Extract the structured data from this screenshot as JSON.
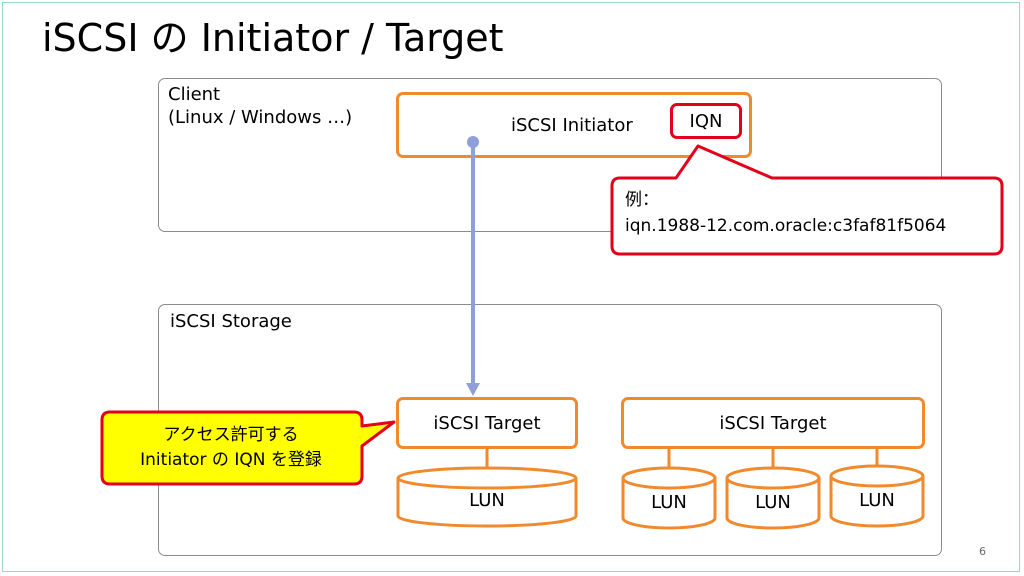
{
  "title": "iSCSI の Initiator / Target",
  "client": {
    "label_line1": "Client",
    "label_line2": "(Linux / Windows …)",
    "initiator_label": "iSCSI Initiator",
    "iqn_label": "IQN"
  },
  "example_callout": {
    "line1": "例：",
    "line2": "iqn.1988-12.com.oracle:c3faf81f5064"
  },
  "storage": {
    "label": "iSCSI Storage",
    "target1_label": "iSCSI Target",
    "target2_label": "iSCSI Target",
    "lun_labels": [
      "LUN",
      "LUN",
      "LUN",
      "LUN"
    ]
  },
  "access_callout": {
    "line1": "アクセス許可する",
    "line2": "Initiator の IQN を登録"
  },
  "page_number": "6",
  "colors": {
    "orange": "#f08a2c",
    "red": "#e3001b",
    "yellow": "#ffff00",
    "arrow": "#8e9fd9",
    "group_border": "#8c8c8c"
  }
}
